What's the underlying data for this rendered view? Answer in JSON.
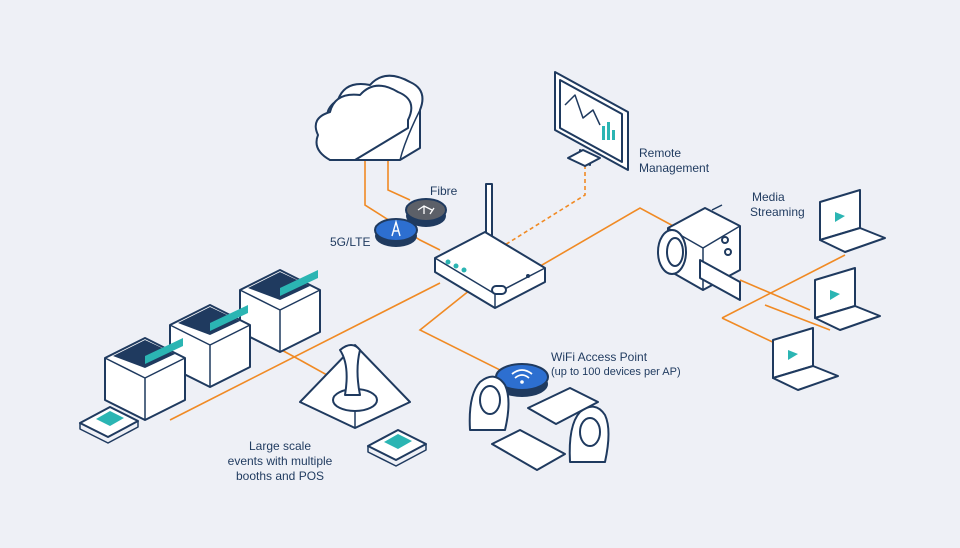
{
  "labels": {
    "remote_management": [
      "Remote",
      "Management"
    ],
    "media_streaming": [
      "Media",
      "Streaming"
    ],
    "fibre": "Fibre",
    "lte": "5G/LTE",
    "wifi_title": "WiFi Access Point",
    "wifi_sub": "(up to 100 devices per AP)",
    "events": [
      "Large scale",
      "events with multiple",
      "booths and POS"
    ]
  },
  "colors": {
    "background": "#eef0f6",
    "outline": "#1f3a5f",
    "link": "#f08a24",
    "accent_teal": "#2bb5b3",
    "accent_blue": "#2d6fd0",
    "fill_white": "#ffffff",
    "fill_grey": "#5c6068"
  }
}
